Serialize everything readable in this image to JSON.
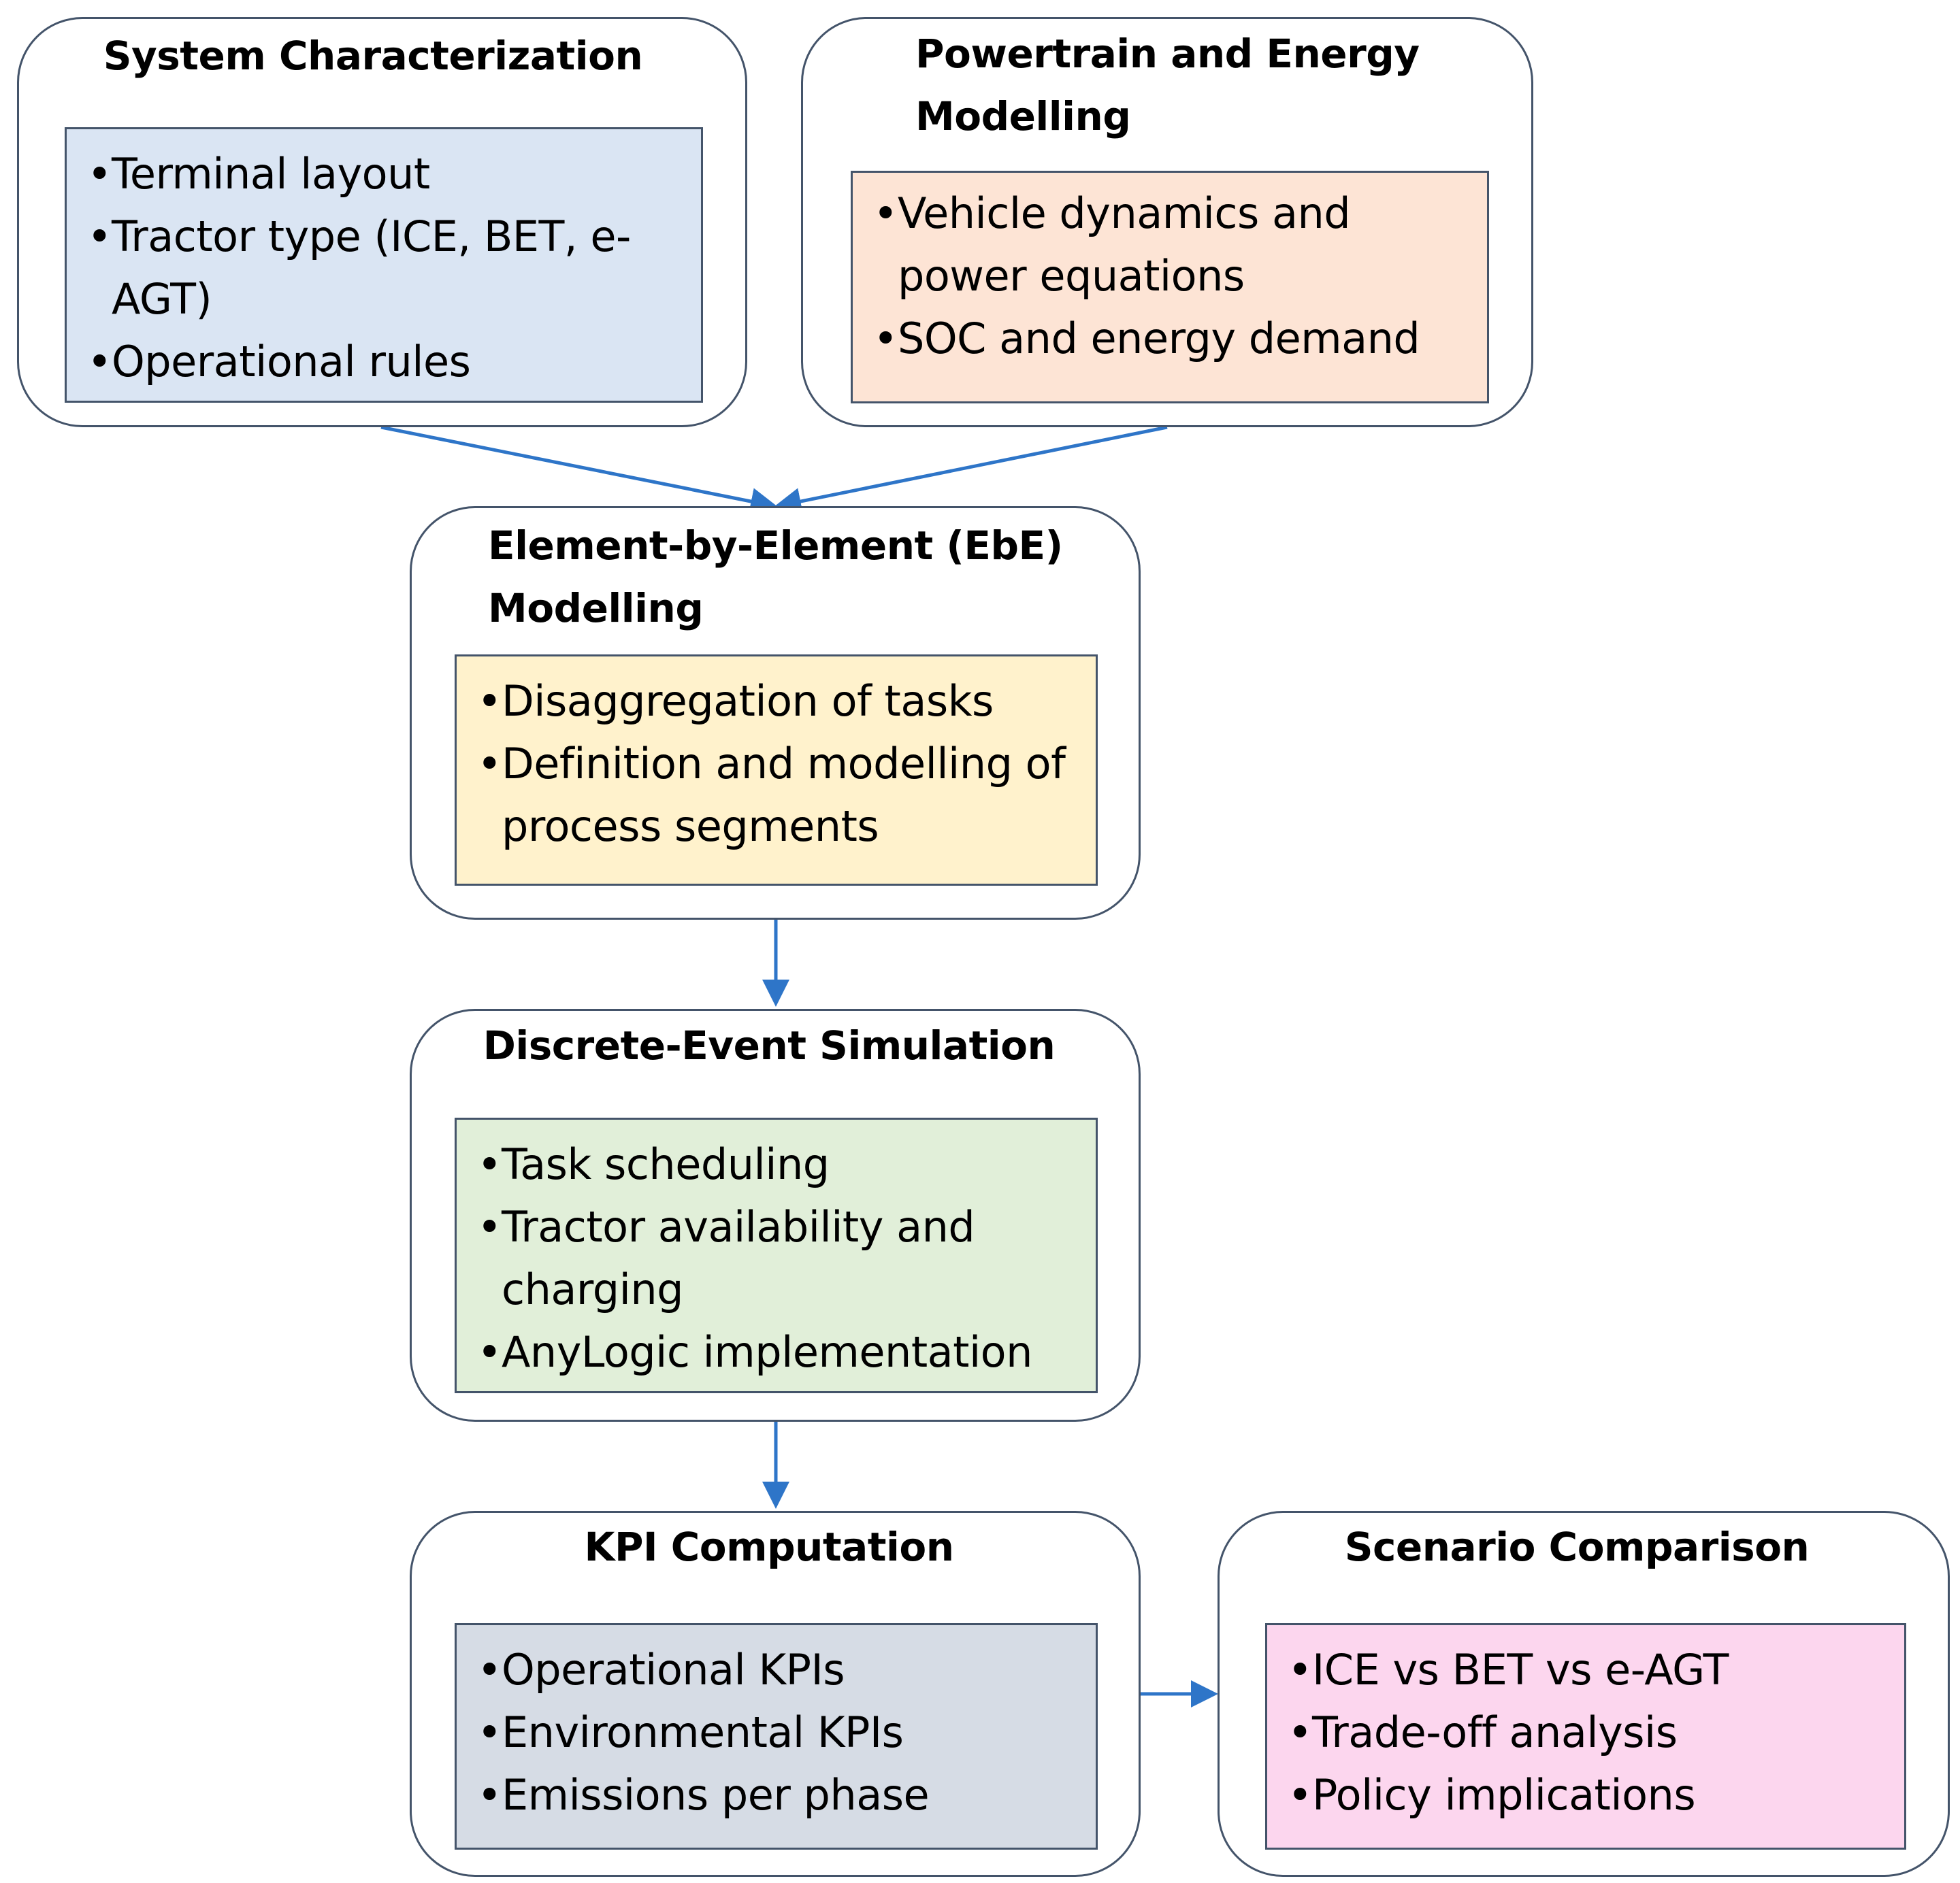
{
  "colors": {
    "border": "#44546a",
    "arrow": "#2e75c8",
    "system_fill": "#dae5f3",
    "powertrain_fill": "#fde4d5",
    "ebe_fill": "#fff2cc",
    "des_fill": "#e1efd9",
    "kpi_fill": "#d6dce5",
    "scenario_fill": "#fcd6ee"
  },
  "boxes": {
    "system": {
      "title": "System Characterization",
      "items": [
        "Terminal layout",
        "Tractor type (ICE, BET, e-AGT)",
        "Operational rules"
      ]
    },
    "powertrain": {
      "title": "Powertrain and Energy Modelling",
      "items": [
        "Vehicle dynamics and power equations",
        "SOC and energy demand"
      ]
    },
    "ebe": {
      "title": "Element-by-Element (EbE) Modelling",
      "items": [
        "Disaggregation of tasks",
        "Definition and modelling of process segments"
      ]
    },
    "des": {
      "title": "Discrete-Event Simulation",
      "items": [
        "Task scheduling",
        "Tractor availability and charging",
        "AnyLogic implementation"
      ]
    },
    "kpi": {
      "title": "KPI Computation",
      "items": [
        "Operational KPIs",
        "Environmental KPIs",
        "Emissions per phase"
      ]
    },
    "scenario": {
      "title": "Scenario Comparison",
      "items": [
        "ICE vs BET vs e-AGT",
        "Trade-off analysis",
        "Policy implications"
      ]
    }
  },
  "flows": [
    {
      "from": "system",
      "to": "ebe"
    },
    {
      "from": "powertrain",
      "to": "ebe"
    },
    {
      "from": "ebe",
      "to": "des"
    },
    {
      "from": "des",
      "to": "kpi"
    },
    {
      "from": "kpi",
      "to": "scenario"
    }
  ]
}
